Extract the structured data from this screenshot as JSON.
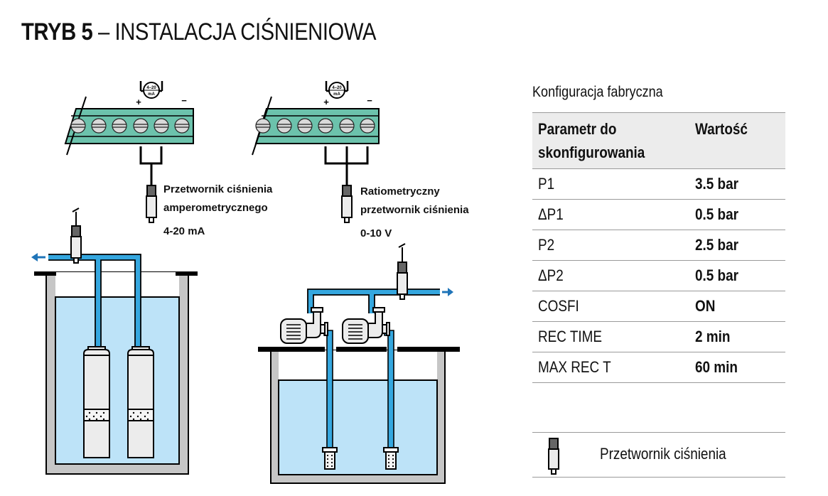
{
  "header": {
    "title_bold": "TRYB 5",
    "title_rest": " – INSTALACJA CIŚNIENIOWA"
  },
  "diagram": {
    "terminal_symbol": {
      "top": "4–20",
      "bottom": "mA",
      "plus": "+",
      "minus": "−"
    },
    "sensor_current": {
      "line1": "Przetwornik ciśnienia",
      "line2": "amperometrycznego",
      "signal": "4-20 mA"
    },
    "sensor_ratiometric": {
      "line1": "Ratiometryczny",
      "line2": "przetwornik ciśnienia",
      "signal": "0-10 V"
    },
    "colors": {
      "terminal_green": "#6cc2ac",
      "screw_gray": "#d9d9d9",
      "pipe_blue": "#35a7df",
      "water_blue": "#bde3f8",
      "tank_gray": "#c6c6c6",
      "arrow_blue": "#1f74b8"
    }
  },
  "config": {
    "title": "Konfiguracja fabryczna",
    "headers": {
      "param_line1": "Parametr do",
      "param_line2": "skonfigurowania",
      "value": "Wartość"
    },
    "rows": [
      {
        "param": "P1",
        "value": "3.5 bar"
      },
      {
        "param": "ΔP1",
        "value": "0.5 bar"
      },
      {
        "param": "P2",
        "value": "2.5 bar"
      },
      {
        "param": "ΔP2",
        "value": "0.5 bar"
      },
      {
        "param": "COSFI",
        "value": "ON"
      },
      {
        "param": "REC TIME",
        "value": "2 min"
      },
      {
        "param": "MAX REC T",
        "value": "60 min"
      }
    ]
  },
  "legend": {
    "icon": "pressure-sensor-icon",
    "label": "Przetwornik ciśnienia"
  }
}
